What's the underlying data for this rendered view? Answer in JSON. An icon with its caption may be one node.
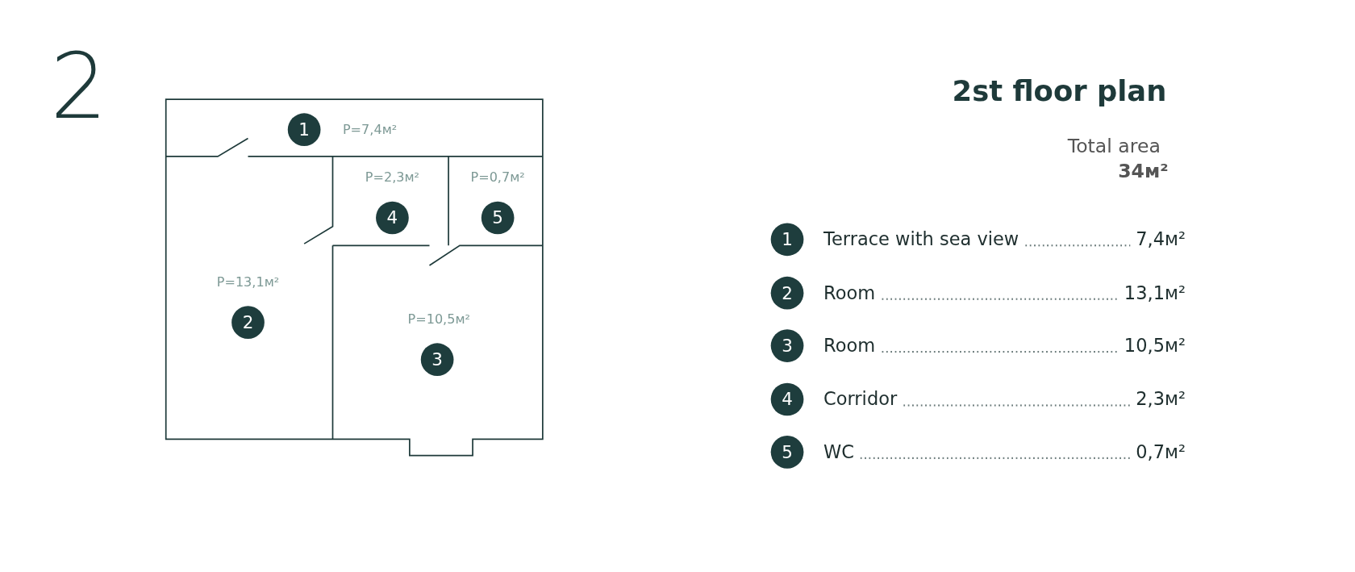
{
  "diagram": {
    "title": "2st floor plan",
    "nodes": [
      {
        "text": [
          "1",
          "P=7,4м²"
        ]
      },
      {
        "text": [
          "P=13,1м²",
          "2"
        ]
      },
      {
        "text": [
          "P=10,5м²",
          "3"
        ]
      },
      {
        "text": [
          "P=2,3м²",
          "4"
        ]
      },
      {
        "text": [
          "P=0,7м²",
          "5"
        ]
      },
      {
        "text": [
          "1"
        ]
      },
      {
        "text": [
          "2"
        ]
      },
      {
        "text": [
          "3"
        ]
      },
      {
        "text": [
          "4"
        ]
      },
      {
        "text": [
          "5"
        ]
      }
    ],
    "edges": [],
    "labels": [
      "2",
      "Total area",
      "34м²",
      "Terrace with sea view",
      "7,4м²",
      "Room",
      "13,1м²",
      "Room",
      "10,5м²",
      "Corridor",
      "2,3м²",
      "WC",
      "0,7м²"
    ]
  }
}
